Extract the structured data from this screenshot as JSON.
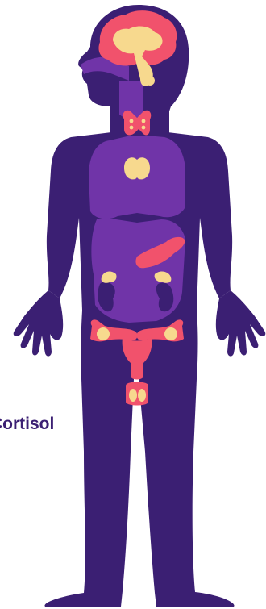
{
  "label": {
    "text": "Cortisol"
  },
  "colors": {
    "silhouette": "#3b1f73",
    "organs": "#7034a8",
    "accent_red": "#f1526c",
    "accent_yellow": "#f7d98e",
    "label": "#3b1f73"
  },
  "icons": {
    "body": "human-body-silhouette",
    "brain": "brain",
    "pituitary": "pituitary-gland",
    "thyroid": "thyroid-gland",
    "thymus": "thymus",
    "pancreas": "pancreas",
    "adrenals": "adrenal-glands",
    "kidneys": "kidneys",
    "ovaries": "ovaries",
    "uterus": "uterus",
    "testes": "testes"
  }
}
